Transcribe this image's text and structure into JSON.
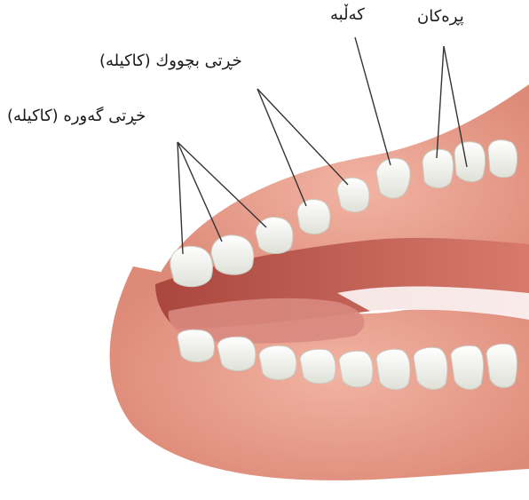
{
  "labels": {
    "incisors": "پڕەکان",
    "canine": "کەڵبە",
    "premolars": "خڕتی بچووك (کاکیلە)",
    "molars": "خڕتی گەورە (کاکیلە)"
  },
  "colors": {
    "gum": "#e9a08e",
    "gum_dark": "#c9705f",
    "mouth_interior": "#b8544a",
    "tongue": "#d9897f",
    "tooth": "#f7f7f2",
    "tooth_shade": "#d9dbd3",
    "leader_line": "#333333"
  }
}
